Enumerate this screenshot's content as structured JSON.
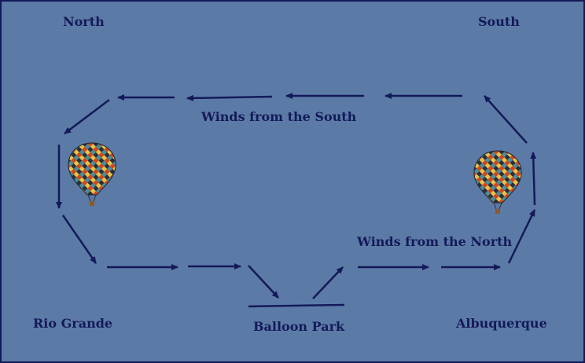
{
  "labels": {
    "north": "North",
    "south": "South",
    "winds_south": "Winds from the South",
    "winds_north": "Winds from the North",
    "rio_grande": "Rio Grande",
    "balloon_park": "Balloon Park",
    "albuquerque": "Albuquerque"
  },
  "colors": {
    "background": "#5b7ba6",
    "arrow": "#14195a",
    "text": "#14195a"
  },
  "icons": {
    "balloon_left": "hot-air-balloon-icon",
    "balloon_right": "hot-air-balloon-icon"
  }
}
